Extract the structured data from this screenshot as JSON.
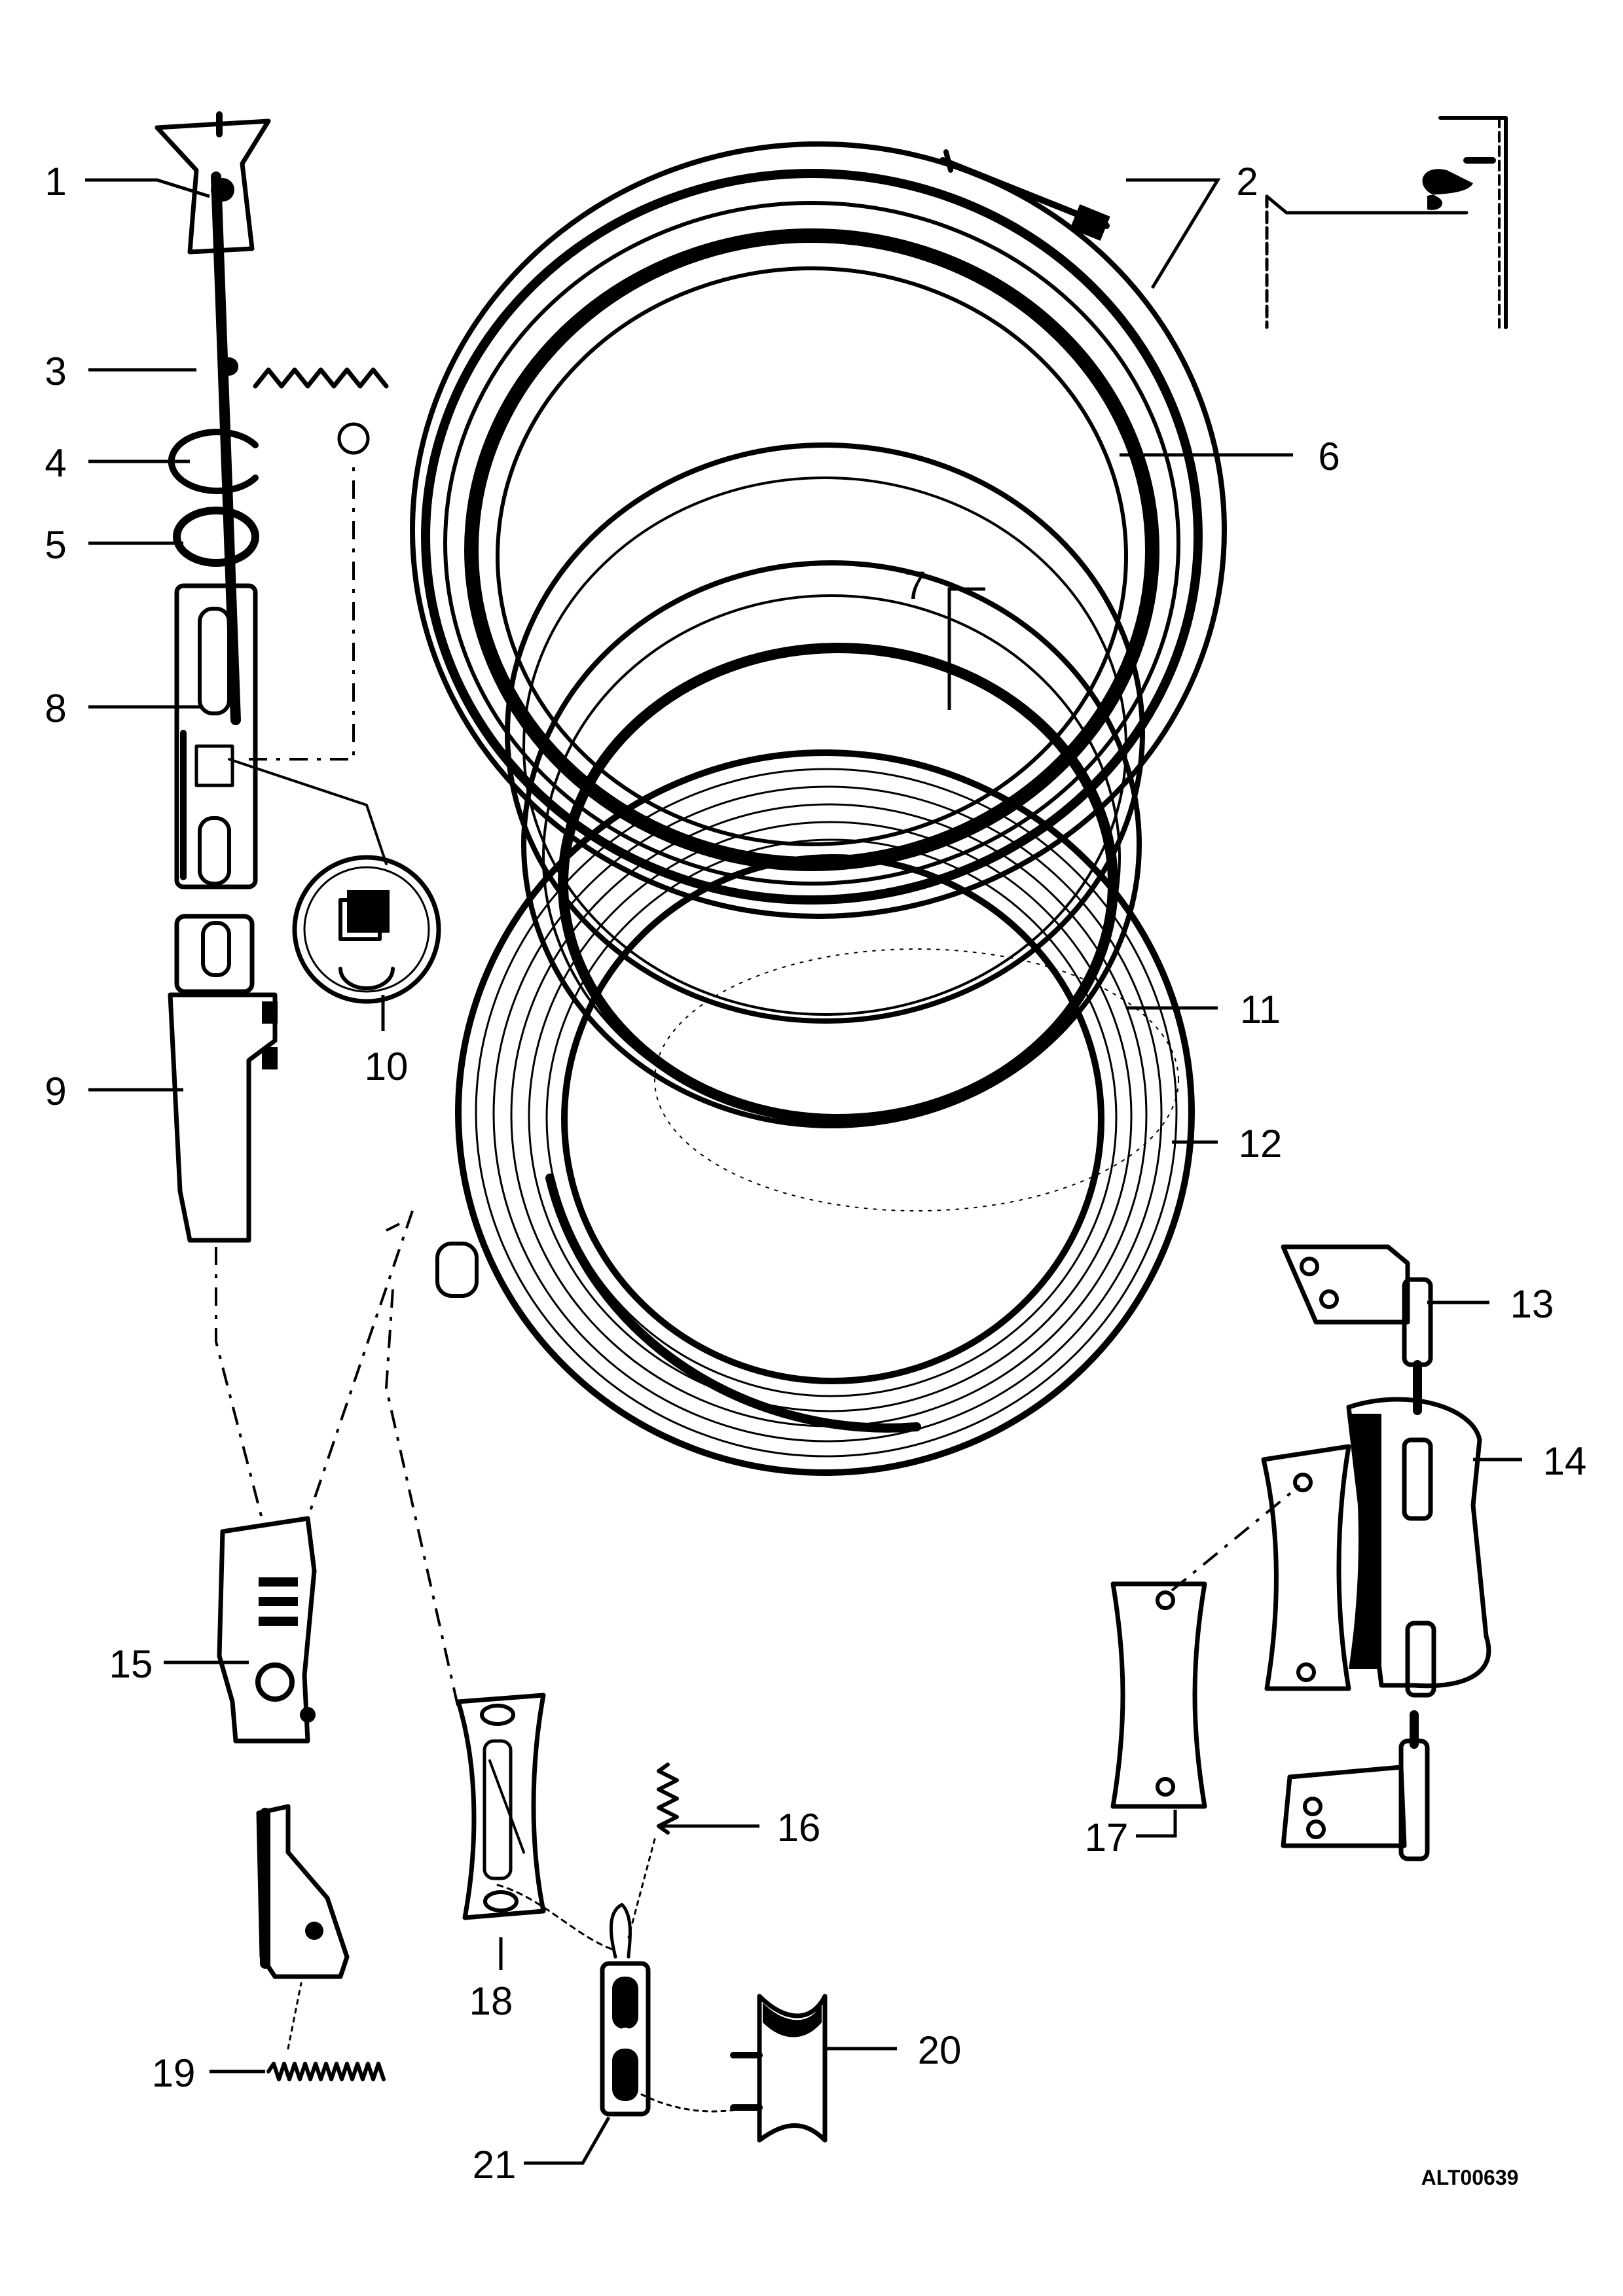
{
  "diagram": {
    "reference_code": "ALT00639",
    "callouts": [
      {
        "id": "1",
        "label": "1"
      },
      {
        "id": "2",
        "label": "2"
      },
      {
        "id": "3",
        "label": "3"
      },
      {
        "id": "4",
        "label": "4"
      },
      {
        "id": "5",
        "label": "5"
      },
      {
        "id": "6",
        "label": "6"
      },
      {
        "id": "7",
        "label": "7"
      },
      {
        "id": "8",
        "label": "8"
      },
      {
        "id": "9",
        "label": "9"
      },
      {
        "id": "10",
        "label": "10"
      },
      {
        "id": "11",
        "label": "11"
      },
      {
        "id": "12",
        "label": "12"
      },
      {
        "id": "13",
        "label": "13"
      },
      {
        "id": "14",
        "label": "14"
      },
      {
        "id": "15",
        "label": "15"
      },
      {
        "id": "16",
        "label": "16"
      },
      {
        "id": "17",
        "label": "17"
      },
      {
        "id": "18",
        "label": "18"
      },
      {
        "id": "19",
        "label": "19"
      },
      {
        "id": "20",
        "label": "20"
      },
      {
        "id": "21",
        "label": "21"
      }
    ]
  }
}
